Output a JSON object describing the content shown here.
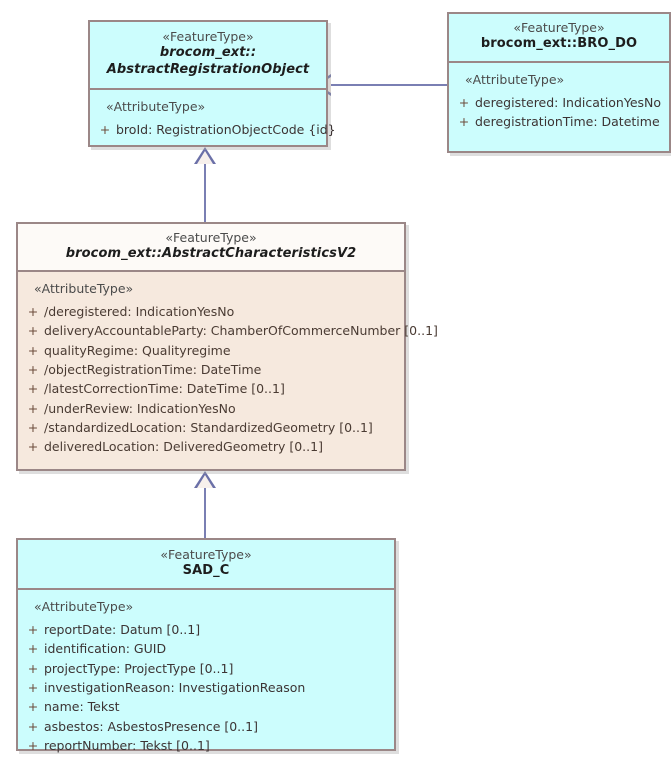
{
  "diagram": {
    "type": "uml-class-diagram",
    "background_color": "#ffffff",
    "classes": [
      {
        "id": "abstract-registration-object",
        "stereotype": "«FeatureType»",
        "name_line1": "brocom_ext::",
        "name_line2": "AbstractRegistrationObject",
        "abstract": true,
        "fill_color": "#ccfdfd",
        "border_color": "#9b8787",
        "compartment_stereotype": "«AttributeType»",
        "attributes": [
          {
            "visibility": "+",
            "text": "broId: RegistrationObjectCode {id}"
          }
        ]
      },
      {
        "id": "bro-do",
        "stereotype": "«FeatureType»",
        "name_line1": "brocom_ext::BRO_DO",
        "abstract": false,
        "fill_color": "#ccfdfd",
        "border_color": "#9b8787",
        "compartment_stereotype": "«AttributeType»",
        "attributes": [
          {
            "visibility": "+",
            "text": "deregistered: IndicationYesNo"
          },
          {
            "visibility": "+",
            "text": "deregistrationTime: Datetime"
          }
        ]
      },
      {
        "id": "abstract-characteristics-v2",
        "stereotype": "«FeatureType»",
        "name_line1": "brocom_ext::AbstractCharacteristicsV2",
        "abstract": true,
        "fill_color": "#f6e9de",
        "header_fill_color": "#fdfaf7",
        "border_color": "#9b8787",
        "compartment_stereotype": "«AttributeType»",
        "attributes": [
          {
            "visibility": "+",
            "text": "/deregistered: IndicationYesNo"
          },
          {
            "visibility": "+",
            "text": "deliveryAccountableParty: ChamberOfCommerceNumber [0..1]"
          },
          {
            "visibility": "+",
            "text": "qualityRegime: Qualityregime"
          },
          {
            "visibility": "+",
            "text": "/objectRegistrationTime: DateTime"
          },
          {
            "visibility": "+",
            "text": "/latestCorrectionTime: DateTime [0..1]"
          },
          {
            "visibility": "+",
            "text": "/underReview: IndicationYesNo"
          },
          {
            "visibility": "+",
            "text": "/standardizedLocation: StandardizedGeometry [0..1]"
          },
          {
            "visibility": "+",
            "text": "deliveredLocation: DeliveredGeometry [0..1]"
          }
        ]
      },
      {
        "id": "sad-c",
        "stereotype": "«FeatureType»",
        "name_line1": "SAD_C",
        "abstract": false,
        "fill_color": "#ccfdfd",
        "border_color": "#9b8787",
        "compartment_stereotype": "«AttributeType»",
        "attributes": [
          {
            "visibility": "+",
            "text": "reportDate: Datum [0..1]"
          },
          {
            "visibility": "+",
            "text": "identification: GUID"
          },
          {
            "visibility": "+",
            "text": "projectType: ProjectType [0..1]"
          },
          {
            "visibility": "+",
            "text": "investigationReason: InvestigationReason"
          },
          {
            "visibility": "+",
            "text": "name: Tekst"
          },
          {
            "visibility": "+",
            "text": "asbestos: AsbestosPresence [0..1]"
          },
          {
            "visibility": "+",
            "text": "reportNumber: Tekst [0..1]"
          }
        ]
      }
    ],
    "relationships": [
      {
        "id": "gen-brodo-to-aro",
        "kind": "generalization",
        "source": "bro-do",
        "target": "abstract-registration-object",
        "arrow": "hollow-triangle-left",
        "line_color": "#7a7fb3"
      },
      {
        "id": "gen-acv2-to-aro",
        "kind": "generalization",
        "source": "abstract-characteristics-v2",
        "target": "abstract-registration-object",
        "arrow": "hollow-triangle-up",
        "line_color": "#7a7fb3"
      },
      {
        "id": "gen-sadc-to-acv2",
        "kind": "generalization",
        "source": "sad-c",
        "target": "abstract-characteristics-v2",
        "arrow": "hollow-triangle-up",
        "line_color": "#7a7fb3"
      }
    ]
  }
}
